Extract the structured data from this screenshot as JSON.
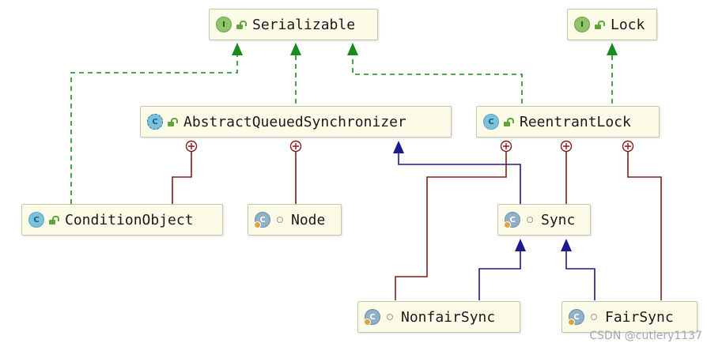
{
  "colors": {
    "implements": "#1a8a1a",
    "extends": "#1b1b8e",
    "inner": "#8a1a1a"
  },
  "nodes": {
    "serializable": {
      "name": "Serializable",
      "kind": "interface",
      "badge": "I",
      "visibility": "public"
    },
    "lock": {
      "name": "Lock",
      "kind": "interface",
      "badge": "I",
      "visibility": "public"
    },
    "aqs": {
      "name": "AbstractQueuedSynchronizer",
      "kind": "abstract-class",
      "badge": "C",
      "visibility": "public"
    },
    "reentrant_lock": {
      "name": "ReentrantLock",
      "kind": "class",
      "badge": "C",
      "visibility": "public"
    },
    "condition_object": {
      "name": "ConditionObject",
      "kind": "class",
      "badge": "C",
      "visibility": "public"
    },
    "node": {
      "name": "Node",
      "kind": "static-class",
      "badge": "C",
      "visibility": "package"
    },
    "sync": {
      "name": "Sync",
      "kind": "static-abstract-class",
      "badge": "C",
      "visibility": "package"
    },
    "nonfair_sync": {
      "name": "NonfairSync",
      "kind": "static-class",
      "badge": "C",
      "visibility": "package"
    },
    "fair_sync": {
      "name": "FairSync",
      "kind": "static-class",
      "badge": "C",
      "visibility": "package"
    }
  },
  "relations": [
    {
      "from": "condition_object",
      "to": "serializable",
      "type": "implements"
    },
    {
      "from": "aqs",
      "to": "serializable",
      "type": "implements"
    },
    {
      "from": "reentrant_lock",
      "to": "serializable",
      "type": "implements"
    },
    {
      "from": "reentrant_lock",
      "to": "lock",
      "type": "implements"
    },
    {
      "from": "condition_object",
      "to": "aqs",
      "type": "inner-class-of"
    },
    {
      "from": "node",
      "to": "aqs",
      "type": "inner-class-of"
    },
    {
      "from": "sync",
      "to": "aqs",
      "type": "extends"
    },
    {
      "from": "nonfair_sync",
      "to": "reentrant_lock",
      "type": "inner-class-of"
    },
    {
      "from": "sync",
      "to": "reentrant_lock",
      "type": "inner-class-of"
    },
    {
      "from": "fair_sync",
      "to": "reentrant_lock",
      "type": "inner-class-of"
    },
    {
      "from": "nonfair_sync",
      "to": "sync",
      "type": "extends"
    },
    {
      "from": "fair_sync",
      "to": "sync",
      "type": "extends"
    }
  ],
  "watermark": "CSDN @cutlery1137"
}
